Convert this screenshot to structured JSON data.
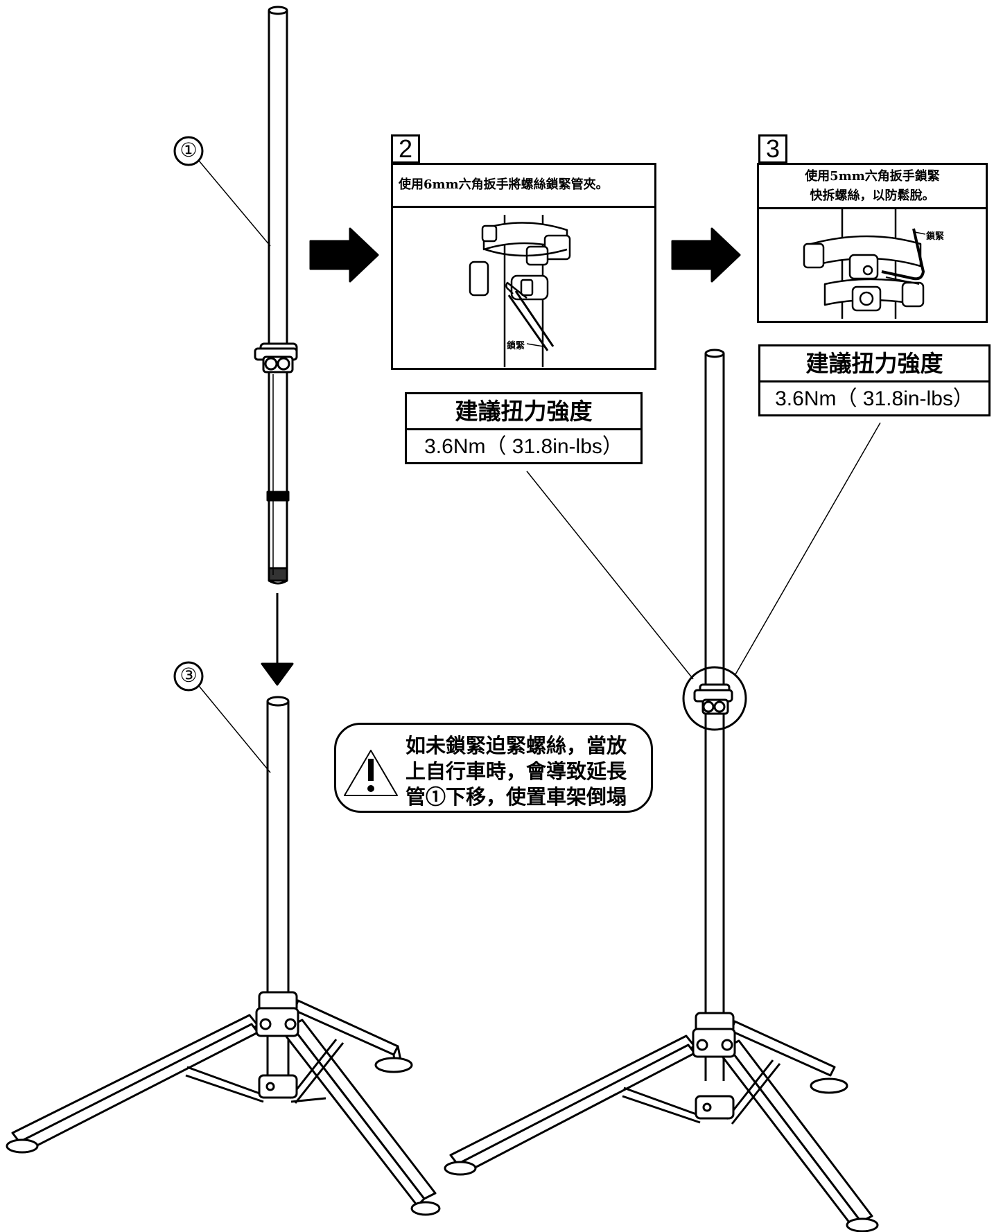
{
  "callouts": {
    "part1": "①",
    "part3": "③"
  },
  "step2": {
    "number": "2",
    "instruction": "使用6mm六角扳手將螺絲鎖緊管夾。",
    "tighten_label": "鎖緊"
  },
  "step3": {
    "number": "3",
    "instruction_line1": "使用5mm六角扳手鎖緊",
    "instruction_line2": "快拆螺絲，以防鬆脫。",
    "tighten_label": "鎖緊"
  },
  "torque_left": {
    "title": "建議扭力強度",
    "value": "3.6Nm（ 31.8in-lbs）"
  },
  "torque_right": {
    "title": "建議扭力強度",
    "value": "3.6Nm（ 31.8in-lbs）"
  },
  "warning": {
    "icon": "warning-triangle-icon",
    "text": "如未鎖緊迫緊螺絲，當放\n上自行車時，會導致延長\n管①下移，使置車架倒塌"
  },
  "colors": {
    "line": "#000000",
    "background": "#ffffff",
    "warning_fill": "#ffffff"
  }
}
